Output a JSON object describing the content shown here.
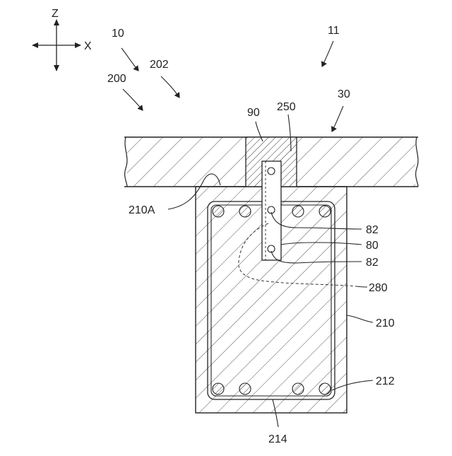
{
  "axes": {
    "z_label": "Z",
    "x_label": "X"
  },
  "reference_labels": {
    "n10": "10",
    "n11": "11",
    "n200": "200",
    "n202": "202",
    "n30": "30",
    "n90": "90",
    "n250": "250",
    "n210A": "210A",
    "n82a": "82",
    "n80": "80",
    "n82b": "82",
    "n280": "280",
    "n210": "210",
    "n212": "212",
    "n214": "214"
  },
  "colors": {
    "line": "#2a2a2a",
    "hatch": "#555555",
    "plate_fill": "#ffffff"
  }
}
